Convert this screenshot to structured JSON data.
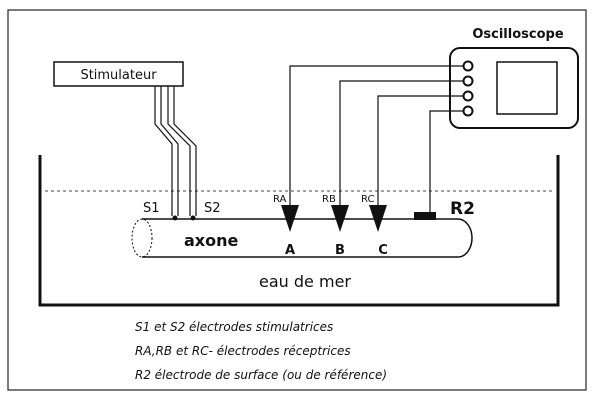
{
  "labels": {
    "stimulator": "Stimulateur",
    "oscilloscope": "Oscilloscope",
    "s1": "S1",
    "s2": "S2",
    "ra": "RA",
    "rb": "RB",
    "rc": "RC",
    "r2": "R2",
    "axon": "axone",
    "a": "A",
    "b": "B",
    "c": "C",
    "medium": "eau de mer"
  },
  "legend": [
    "S1 et S2  électrodes stimulatrices",
    "RA,RB et RC- électrodes réceptrices",
    "R2  électrode de surface (ou de référence)"
  ]
}
